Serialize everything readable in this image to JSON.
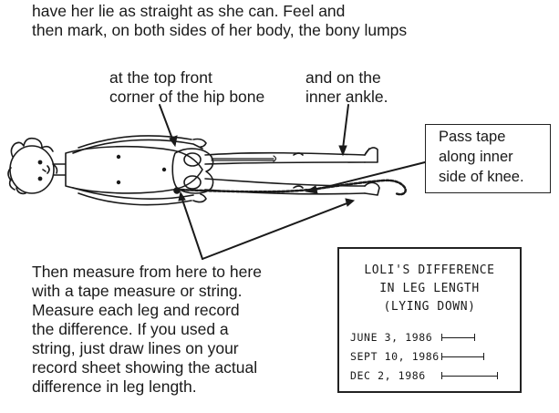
{
  "intro": {
    "lines": [
      "have her lie as straight as she can. Feel and",
      "then mark, on both sides of her body, the bony lumps"
    ]
  },
  "label_hip": {
    "lines": [
      "at the top front",
      "corner of the hip bone"
    ]
  },
  "label_ankle": {
    "lines": [
      "and on the",
      "inner ankle."
    ]
  },
  "callout": {
    "lines": [
      "Pass tape",
      "along inner",
      "side of knee."
    ]
  },
  "measure_text": {
    "lines": [
      "Then measure from here to here",
      "with a tape measure or string.",
      "Measure each leg and record",
      "the difference. If you used a",
      "string, just draw lines on your",
      "record sheet showing the actual",
      "difference in leg length."
    ]
  },
  "record_card": {
    "title_lines": [
      "LOLI'S DIFFERENCE",
      "IN LEG LENGTH",
      "(LYING DOWN)"
    ],
    "entries": [
      {
        "date": "JUNE 3, 1986",
        "difference": 0.6
      },
      {
        "date": "SEPT 10, 1986",
        "difference": 0.75
      },
      {
        "date": "DEC 2, 1986",
        "difference": 1.0
      }
    ]
  }
}
